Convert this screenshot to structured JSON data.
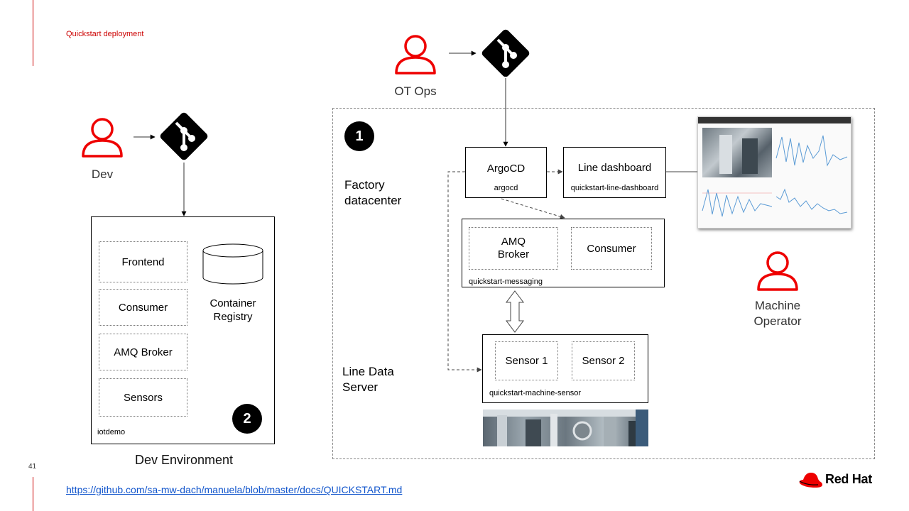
{
  "header": {
    "title": "Quickstart deployment"
  },
  "page_number": "41",
  "footer": {
    "link": "https://github.com/sa-mw-dach/manuela/blob/master/docs/QUICKSTART.md",
    "brand": "Red Hat"
  },
  "colors": {
    "accent": "#ee0000",
    "brand_red": "#cc0000",
    "link": "#1155cc"
  },
  "dev": {
    "person": "Dev",
    "namespace": "iotdemo",
    "components": [
      "Frontend",
      "Consumer",
      "AMQ Broker",
      "Sensors"
    ],
    "registry": "Container\nRegistry",
    "badge": "2",
    "caption": "Dev Environment"
  },
  "ot_ops": {
    "person": "OT Ops"
  },
  "factory": {
    "badge": "1",
    "datacenter_label": "Factory\ndatacenter",
    "line_server_label": "Line Data\nServer",
    "argocd": {
      "title": "ArgoCD",
      "namespace": "argocd"
    },
    "dashboard": {
      "title": "Line dashboard",
      "namespace": "quickstart-line-dashboard"
    },
    "messaging": {
      "namespace": "quickstart-messaging",
      "components": [
        "AMQ\nBroker",
        "Consumer"
      ]
    },
    "sensor": {
      "namespace": "quickstart-machine-sensor",
      "components": [
        "Sensor 1",
        "Sensor 2"
      ]
    }
  },
  "machine_operator": {
    "person": "Machine\nOperator"
  }
}
